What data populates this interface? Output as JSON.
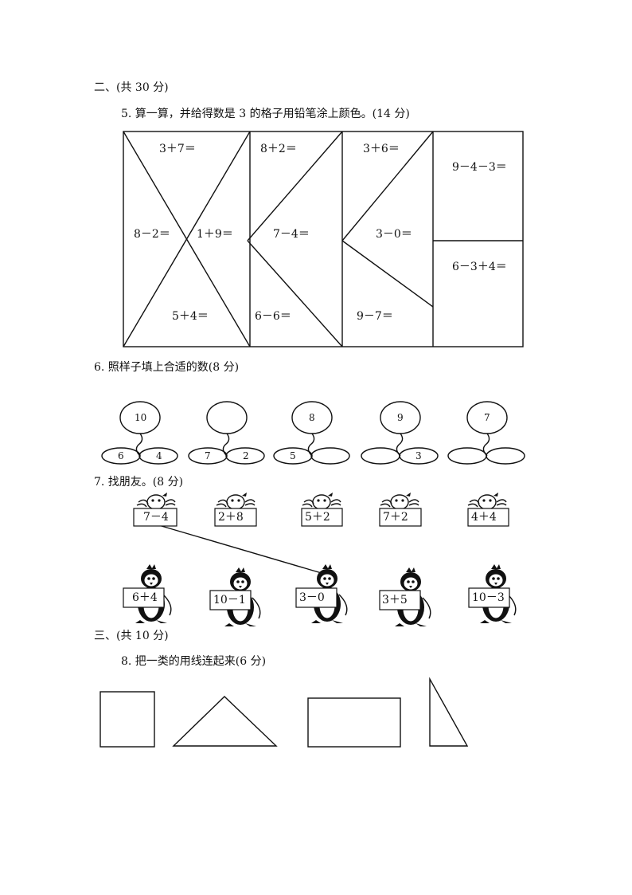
{
  "section2": {
    "heading": "二、(共 30 分)",
    "q5": {
      "title": "5. 算一算，并给得数是 3 的格子用铅笔涂上颜色。(14 分)",
      "cells": [
        "3＋7＝",
        "8－2＝",
        "1＋9＝",
        "5＋4＝",
        "8＋2＝",
        "7－4＝",
        "6－6＝",
        "3＋6＝",
        "3－0＝",
        "9－7＝",
        "9－4－3＝",
        "6－3＋4＝"
      ]
    },
    "q6": {
      "title": "6. 照样子填上合适的数(8 分)",
      "flowers": [
        {
          "top": "10",
          "left": "6",
          "right": "4"
        },
        {
          "top": "",
          "left": "7",
          "right": "2"
        },
        {
          "top": "8",
          "left": "5",
          "right": ""
        },
        {
          "top": "9",
          "left": "",
          "right": "3"
        },
        {
          "top": "7",
          "left": "",
          "right": ""
        }
      ]
    },
    "q7": {
      "title": "7. 找朋友。(8 分)",
      "birds": [
        "7－4",
        "2＋8",
        "5＋2",
        "7＋2",
        "4＋4"
      ],
      "penguins": [
        "6＋4",
        "10－1",
        "3－0",
        "3＋5",
        "10－3"
      ]
    }
  },
  "section3": {
    "heading": "三、(共 10 分)",
    "q8": {
      "title": "8. 把一类的用线连起来(6 分)"
    }
  }
}
